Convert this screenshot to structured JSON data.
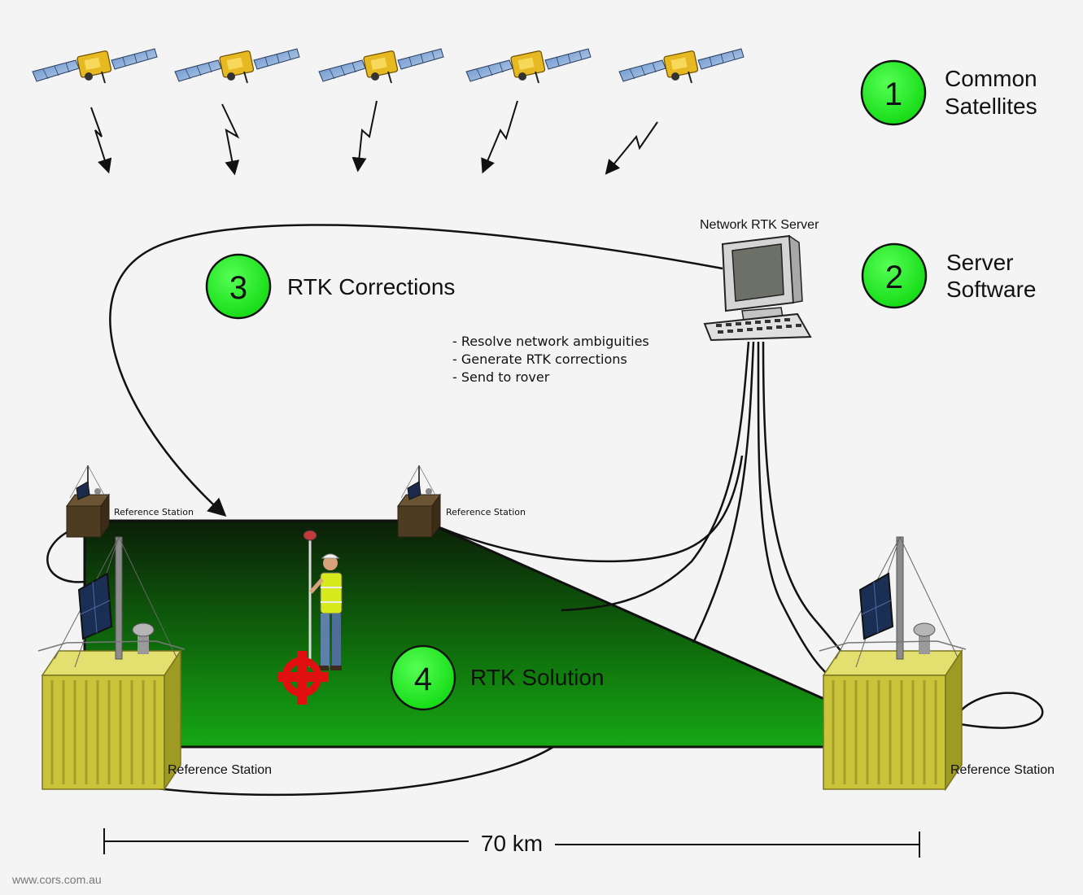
{
  "steps": [
    {
      "number": "1",
      "line1": "Common",
      "line2": "Satellites"
    },
    {
      "number": "2",
      "line1": "Server",
      "line2": "Software"
    },
    {
      "number": "3",
      "label": "RTK Corrections"
    },
    {
      "number": "4",
      "label": "RTK Solution"
    }
  ],
  "server": {
    "title": "Network RTK Server",
    "tasks": [
      "- Resolve network ambiguities",
      "- Generate RTK corrections",
      "- Send to rover"
    ]
  },
  "stations": {
    "back_left": "Reference Station",
    "back_right": "Reference Station",
    "front_left": "Reference Station",
    "front_right": "Reference Station"
  },
  "distance": "70 km",
  "website": "www.cors.com.au",
  "colors": {
    "circle_fill": "#22ee22",
    "field_top": "#0b1e08",
    "field_bottom": "#14a814",
    "container": "#c9c43a",
    "target": "#e01010"
  },
  "icons": [
    "satellite-icon",
    "lightning-arrow-icon",
    "computer-icon",
    "container-icon",
    "surveyor-icon",
    "target-icon"
  ]
}
